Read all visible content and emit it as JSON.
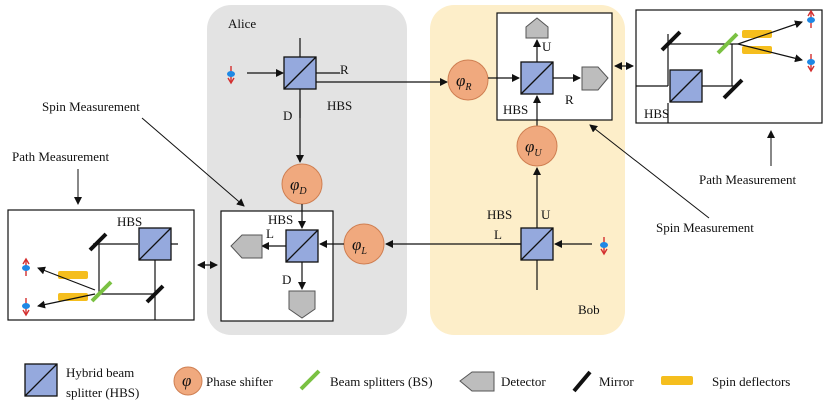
{
  "regions": {
    "alice": "Alice",
    "bob": "Bob"
  },
  "phase_shifters": {
    "phi_symbol": "φ",
    "r": "R",
    "u": "U",
    "d": "D",
    "l": "L"
  },
  "labels": {
    "hbs": "HBS",
    "r": "R",
    "d": "D",
    "u": "U",
    "l": "L"
  },
  "annotations": {
    "spin_measurement": "Spin Measurement",
    "path_measurement": "Path Measurement"
  },
  "legend": {
    "hbs_line1": "Hybrid beam",
    "hbs_line2": "splitter (HBS)",
    "phase_symbol": "φ",
    "phase_shifter": "Phase shifter",
    "beam_splitter": "Beam splitters (BS)",
    "detector": "Detector",
    "mirror": "Mirror",
    "spin_deflectors": "Spin deflectors"
  },
  "colors": {
    "alice_bg": "#e3e3e3",
    "bob_bg": "#fdeec9",
    "hbs_fill": "#95a9dd",
    "phase_fill": "#f0a97e",
    "beam_splitter": "#7ac142",
    "spin_deflector": "#f5be1e",
    "detector": "#bdbdbd",
    "spin_up_arrow": "#d32f2f",
    "spin_dot": "#1e88e5"
  }
}
